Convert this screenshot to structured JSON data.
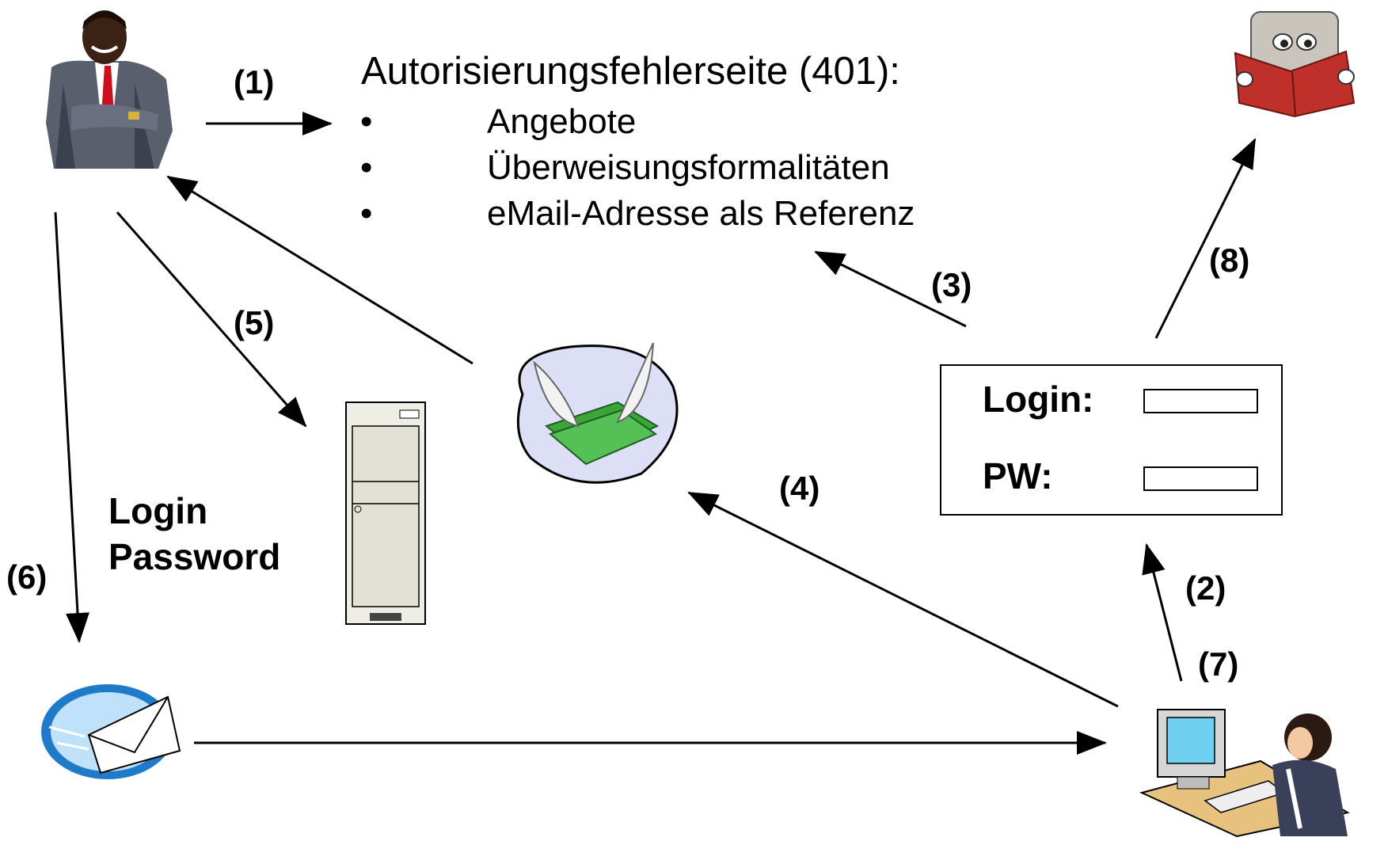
{
  "page_title": "Autorisierungsfehlerseite (401):",
  "page_items": [
    "Angebote",
    "Überweisungsformalitäten",
    "eMail-Adresse als Referenz"
  ],
  "bullet_char": "•",
  "steps": [
    "(1)",
    "(2)",
    "(3)",
    "(4)",
    "(5)",
    "(6)",
    "(7)",
    "(8)"
  ],
  "credentials": [
    "Login",
    "Password"
  ],
  "form": {
    "login_label": "Login:",
    "pw_label": "PW:"
  },
  "icons": [
    "businessman-icon",
    "reader-icon",
    "money-wings-icon",
    "server-tower-icon",
    "email-icon",
    "computer-user-icon"
  ],
  "colors": {
    "line": "#000000",
    "money": "#3aa63a",
    "email": "#3a8fd6",
    "book": "#c0302a"
  }
}
